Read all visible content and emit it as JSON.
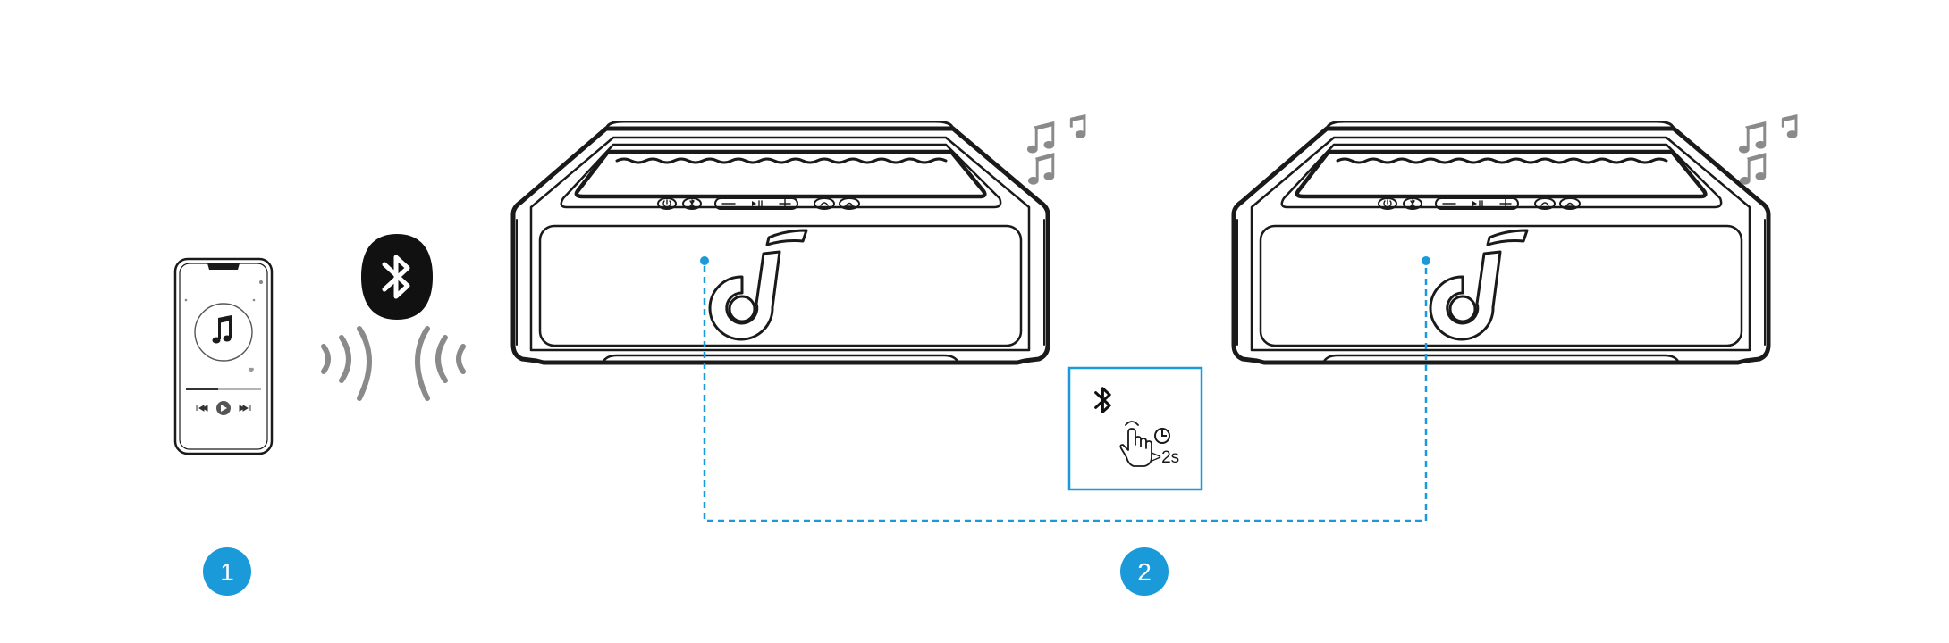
{
  "steps": [
    {
      "number": "1"
    },
    {
      "number": "2"
    }
  ],
  "hold_card": {
    "duration": ">2s"
  },
  "icons": {
    "phone": "smartphone-music-player-icon",
    "bluetooth": "bluetooth-icon",
    "waves": "wireless-signal-waves-icon",
    "notes": "music-notes-icon",
    "speaker": "portable-speaker-icon",
    "hand": "finger-press-icon",
    "clock": "clock-icon",
    "logo": "soundcore-logo-icon"
  },
  "colors": {
    "outline": "#1a1a1a",
    "accent": "#1a9ad9",
    "gray": "#8a8a8a",
    "background": "#ffffff"
  }
}
